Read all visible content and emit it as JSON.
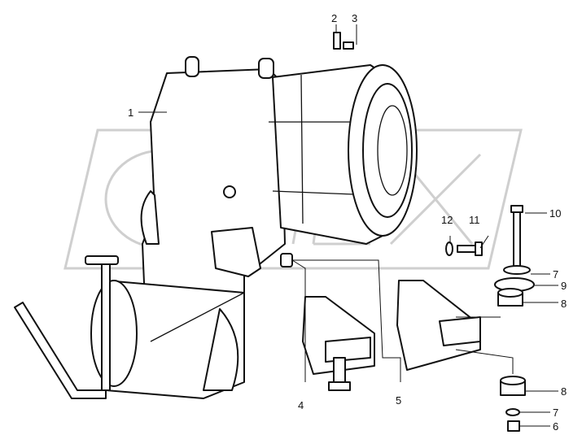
{
  "diagram": {
    "watermark": "OPEX",
    "callouts": [
      {
        "id": "c1",
        "text": "1"
      },
      {
        "id": "c2",
        "text": "2"
      },
      {
        "id": "c3",
        "text": "3"
      },
      {
        "id": "c4",
        "text": "4"
      },
      {
        "id": "c5",
        "text": "5"
      },
      {
        "id": "c6",
        "text": "6"
      },
      {
        "id": "c7a",
        "text": "7"
      },
      {
        "id": "c7b",
        "text": "7"
      },
      {
        "id": "c8a",
        "text": "8"
      },
      {
        "id": "c8b",
        "text": "8"
      },
      {
        "id": "c9",
        "text": "9"
      },
      {
        "id": "c10",
        "text": "10"
      },
      {
        "id": "c11",
        "text": "11"
      },
      {
        "id": "c12",
        "text": "12"
      }
    ]
  }
}
